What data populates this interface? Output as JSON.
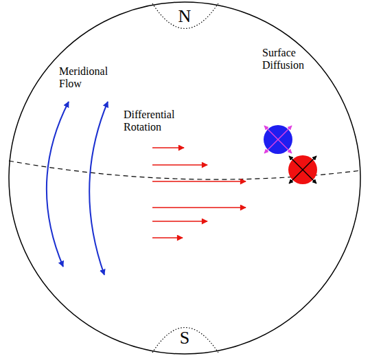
{
  "diagram": {
    "labels": [
      "N",
      "Meridional Flow",
      "Differential Rotation",
      "Surface Diffusion",
      "S"
    ]
  }
}
